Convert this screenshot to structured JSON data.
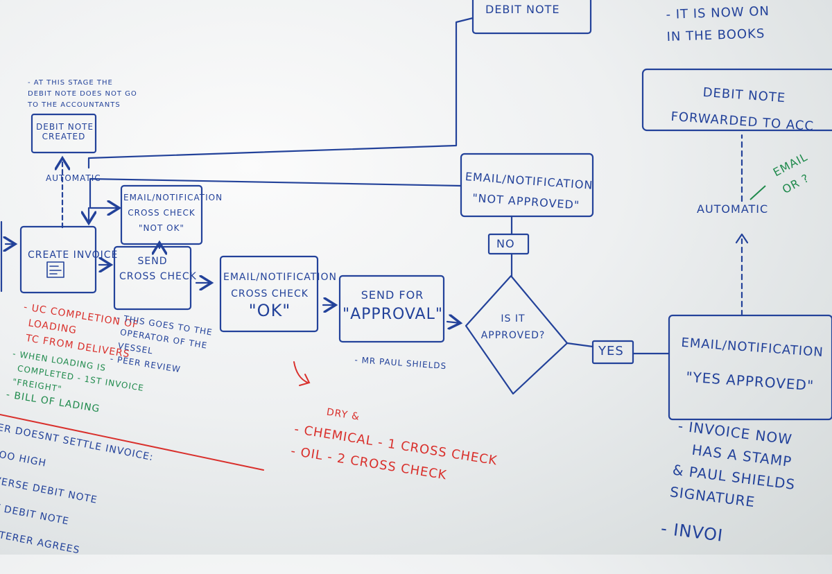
{
  "nodes": {
    "debit_note_top": "DEBIT NOTE",
    "debit_note_created": [
      "DEBIT NOTE",
      "CREATED"
    ],
    "create_invoice": "CREATE INVOICE",
    "send_cross_check": [
      "SEND",
      "CROSS CHECK"
    ],
    "email_not_ok": [
      "EMAIL/NOTIFICATION",
      "CROSS CHECK",
      "\"NOT OK\""
    ],
    "email_ok": [
      "EMAIL/NOTIFICATION",
      "CROSS CHECK",
      "\"OK\""
    ],
    "send_for_approval": [
      "SEND FOR",
      "\"APPROVAL\""
    ],
    "decision": [
      "IS IT",
      "APPROVED?"
    ],
    "email_not_approved": [
      "EMAIL/NOTIFICATION",
      "\"NOT APPROVED\""
    ],
    "email_yes_approved": [
      "EMAIL/NOTIFICATION",
      "\"YES APPROVED\""
    ],
    "debit_note_forwarded": [
      "DEBIT NOTE",
      "FORWARDED TO ACC"
    ]
  },
  "labels": {
    "no": "NO",
    "yes": "YES",
    "automatic_left": "AUTOMATIC",
    "automatic_right": "AUTOMATIC"
  },
  "notes": {
    "top_left": [
      "- AT THIS STAGE THE",
      "DEBIT NOTE DOES NOT GO",
      "TO THE ACCOUNTANTS"
    ],
    "top_right": [
      "- IT IS NOW ON",
      "IN THE BOOKS"
    ],
    "email_or": [
      "EMAIL",
      "OR ?"
    ],
    "red_invoice": [
      "- UC COMPLETION OF",
      "LOADING",
      "TC FROM DELIVERS"
    ],
    "green_invoice": [
      "- WHEN LOADING IS",
      "COMPLETED - 1st INVOICE",
      "\"FREIGHT\"",
      "- BILL OF LADING"
    ],
    "cross_check_notes": [
      "- THIS GOES TO THE",
      "OPERATOR OF THE",
      "VESSEL",
      "- PEER REVIEW"
    ],
    "approver": "- MR PAUL SHIELDS",
    "red_checks": [
      "DRY &",
      "- CHEMICAL - 1 CROSS CHECK",
      "- OIL - 2 CROSS CHECK"
    ],
    "invoice_stamp": [
      "- INVOICE NOW",
      "HAS A STAMP",
      "& PAUL SHIELDS",
      "SIGNATURE"
    ],
    "invoice_bottom": "- INVOI",
    "bottom_left": [
      "ER DOESNT SETTLE INVOICE:",
      "TOO HIGH",
      "EVERSE DEBIT NOTE",
      "DIT DEBIT NOTE",
      "HARTERER AGREES"
    ]
  },
  "colors": {
    "blue_marker": "#23429a",
    "red_marker": "#d9302c",
    "green_marker": "#1f8a4c"
  },
  "icons": {
    "invoice": "invoice-document-icon"
  }
}
